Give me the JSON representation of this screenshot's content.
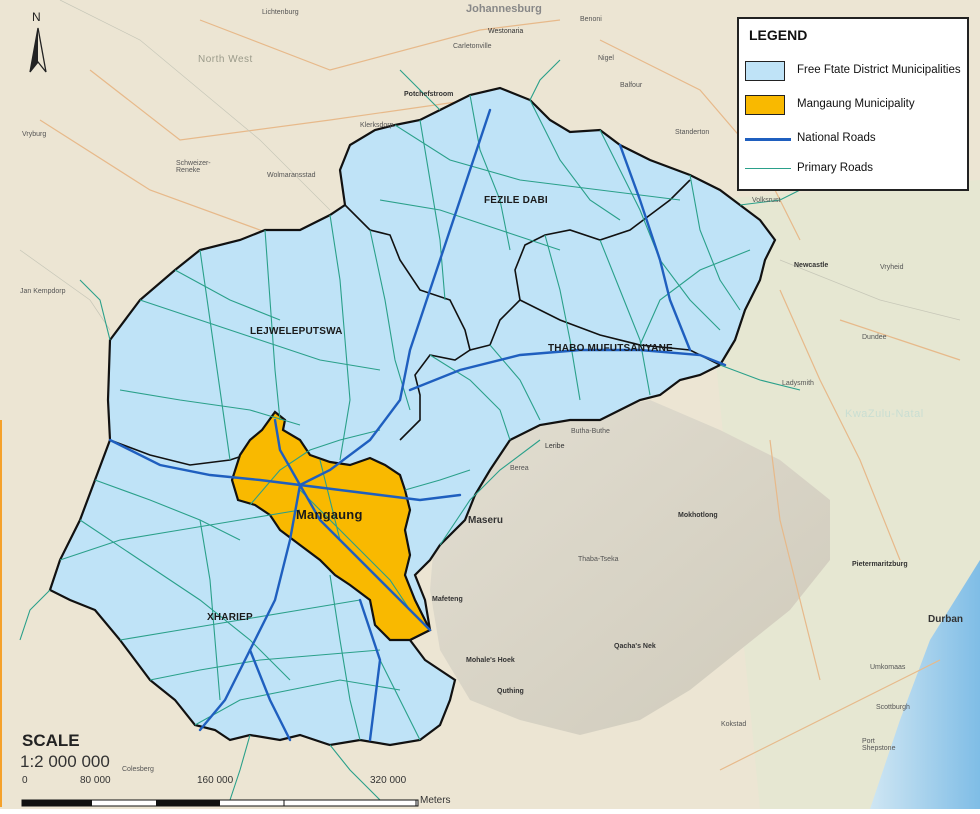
{
  "legend": {
    "title": "LEGEND",
    "items": [
      {
        "label": "Free Ftate District Municipalities",
        "color": "#bfe3f7",
        "kind": "polygon"
      },
      {
        "label": "Mangaung Municipality",
        "color": "#f9b900",
        "kind": "polygon"
      },
      {
        "label": "National Roads",
        "color": "#1f5fbf",
        "kind": "line"
      },
      {
        "label": "Primary Roads",
        "color": "#2aa08a",
        "kind": "line"
      }
    ]
  },
  "districts": [
    {
      "name": "FEZILE DABI"
    },
    {
      "name": "LEJWELEPUTSWA"
    },
    {
      "name": "THABO MUFUTSANYANE"
    },
    {
      "name": "XHARIEP"
    },
    {
      "name": "Mangaung"
    }
  ],
  "places": [
    "Johannesburg",
    "Lichtenburg",
    "Westonaria",
    "Carletonville",
    "Benoni",
    "Nigel",
    "Balfour",
    "Potchefstroom",
    "Vryburg",
    "Schweizer-Reneke",
    "Wolmaransstad",
    "Klerksdorp",
    "Standerton",
    "Volksrust",
    "Newcastle",
    "Vryheid",
    "Jan Kempdorp",
    "Dundee",
    "Ladysmith",
    "Butha-Buthe",
    "Leribe",
    "Berea",
    "Maseru",
    "Mokhotlong",
    "Thaba-Tseka",
    "Mafeteng",
    "Pietermaritzburg",
    "Qacha's Nek",
    "Mohale's Hoek",
    "Quthing",
    "Durban",
    "Umkomaas",
    "Scottburgh",
    "Kokstad",
    "Port Shepstone",
    "Colesberg"
  ],
  "regions": [
    "North West",
    "KwaZulu-Natal"
  ],
  "north_label": "N",
  "scale": {
    "title": "SCALE",
    "ratio": "1:2 000 000",
    "ticks": [
      "0",
      "80 000",
      "160 000",
      "320 000"
    ],
    "units": "Meters"
  },
  "colors": {
    "background": "#ece5d3",
    "water": "#a9d3ee",
    "lesotho_relief": "#d8d4c6",
    "district_fill": "#bfe3f7",
    "mangaung_fill": "#f9b900",
    "boundary": "#111111",
    "national_road": "#1f5fbf",
    "primary_road": "#2aa08a"
  }
}
